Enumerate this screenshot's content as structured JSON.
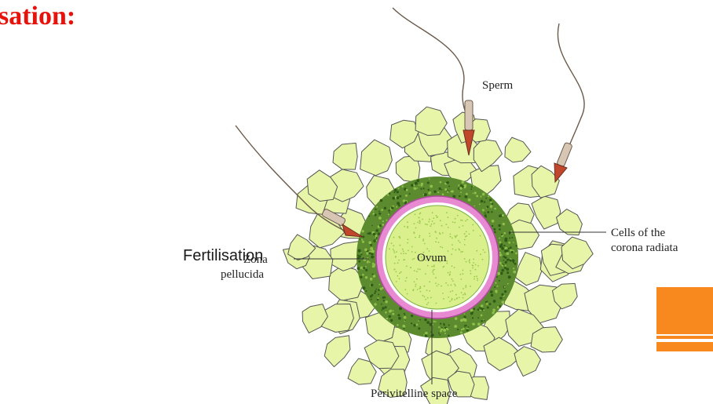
{
  "slide": {
    "title": "sation:",
    "caption": "Fertilisation"
  },
  "diagram": {
    "labels": {
      "sperm": "Sperm",
      "corona_line1": "Cells of the",
      "corona_line2": "corona radiata",
      "zona_line1": "Zona",
      "zona_line2": "pellucida",
      "ovum": "Ovum",
      "perivitelline": "Perivitelline space"
    },
    "colors": {
      "corona_cells": "#e6f5a8",
      "zona": "#5c8a2e",
      "membrane": "#e88ad2",
      "ovum": "#d9f08c",
      "sperm_head": "#c0472c",
      "accent_block": "#f7891f",
      "title": "#e8120c"
    }
  }
}
